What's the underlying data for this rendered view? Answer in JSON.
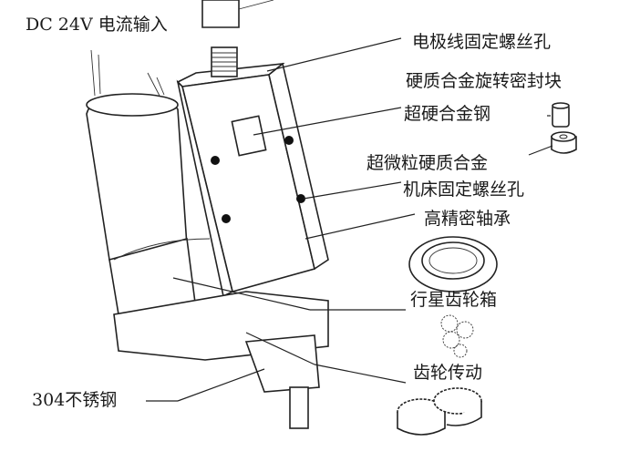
{
  "labels": {
    "power_input": "DC 24V 电流输入",
    "electrode_screw_hole": "电极线固定螺丝孔",
    "carbide_rotary_seal": "硬质合金旋转密封块",
    "super_hard_alloy_steel": "超硬合金钢",
    "ultrafine_carbide": "超微粒硬质合金",
    "machine_mount_screw_hole": "机床固定螺丝孔",
    "precision_bearing": "高精密轴承",
    "planetary_gearbox": "行星齿轮箱",
    "gear_drive": "齿轮传动",
    "stainless_304": "304不锈钢"
  }
}
